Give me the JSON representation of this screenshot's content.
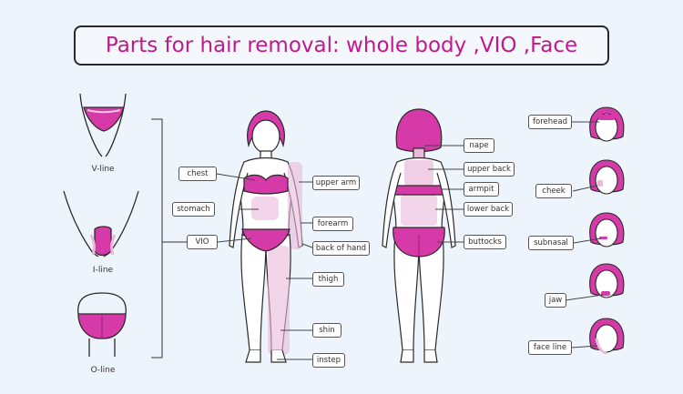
{
  "title": "Parts for hair removal: whole body ,VIO ,Face",
  "colors": {
    "accent": "#c0198c",
    "highlight": "#d63aa8",
    "soft_highlight": "#eab9da",
    "line": "#2a2a2a",
    "background": "#eef4fb"
  },
  "vio": {
    "v_line": "V-line",
    "i_line": "I-line",
    "o_line": "O-line"
  },
  "front_labels": {
    "chest": "chest",
    "stomach": "stomach",
    "vio": "VIO",
    "upper_arm": "upper arm",
    "forearm": "forearm",
    "back_of_hand": "back of hand",
    "thigh": "thigh",
    "shin": "shin",
    "instep": "instep"
  },
  "back_labels": {
    "nape": "nape",
    "upper_back": "upper back",
    "armpit": "armpit",
    "lower_back": "lower back",
    "buttocks": "buttocks"
  },
  "face_labels": {
    "forehead": "forehead",
    "cheek": "cheek",
    "subnasal": "subnasal",
    "jaw": "jaw",
    "face_line": "face line"
  }
}
